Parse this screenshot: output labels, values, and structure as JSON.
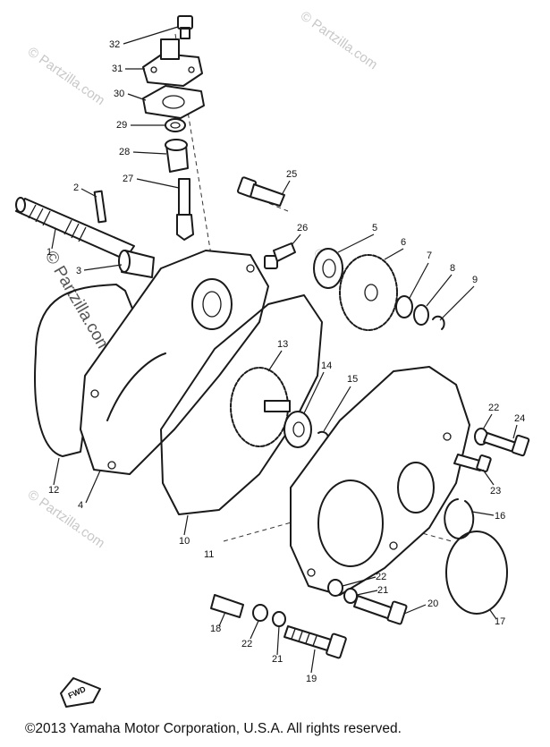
{
  "watermark": "© Partzilla.com",
  "copyright": "©2013  Yamaha Motor Corporation, U.S.A. All rights reserved.",
  "fwd_label": "FWD",
  "callouts": [
    {
      "id": "p32",
      "text": "32"
    },
    {
      "id": "p31",
      "text": "31"
    },
    {
      "id": "p30",
      "text": "30"
    },
    {
      "id": "p29",
      "text": "29"
    },
    {
      "id": "p28",
      "text": "28"
    },
    {
      "id": "p27",
      "text": "27"
    },
    {
      "id": "p2",
      "text": "2"
    },
    {
      "id": "p1",
      "text": "1"
    },
    {
      "id": "p3",
      "text": "3"
    },
    {
      "id": "p25",
      "text": "25"
    },
    {
      "id": "p26",
      "text": "26"
    },
    {
      "id": "p5",
      "text": "5"
    },
    {
      "id": "p6",
      "text": "6"
    },
    {
      "id": "p7",
      "text": "7"
    },
    {
      "id": "p8",
      "text": "8"
    },
    {
      "id": "p9",
      "text": "9"
    },
    {
      "id": "p13",
      "text": "13"
    },
    {
      "id": "p14",
      "text": "14"
    },
    {
      "id": "p15",
      "text": "15"
    },
    {
      "id": "p12",
      "text": "12"
    },
    {
      "id": "p4",
      "text": "4"
    },
    {
      "id": "p10",
      "text": "10"
    },
    {
      "id": "p11",
      "text": "11"
    },
    {
      "id": "p22a",
      "text": "22"
    },
    {
      "id": "p24",
      "text": "24"
    },
    {
      "id": "p23",
      "text": "23"
    },
    {
      "id": "p16",
      "text": "16"
    },
    {
      "id": "p22b",
      "text": "22"
    },
    {
      "id": "p21a",
      "text": "21"
    },
    {
      "id": "p20",
      "text": "20"
    },
    {
      "id": "p17",
      "text": "17"
    },
    {
      "id": "p18",
      "text": "18"
    },
    {
      "id": "p22c",
      "text": "22"
    },
    {
      "id": "p21b",
      "text": "21"
    },
    {
      "id": "p19",
      "text": "19"
    }
  ]
}
